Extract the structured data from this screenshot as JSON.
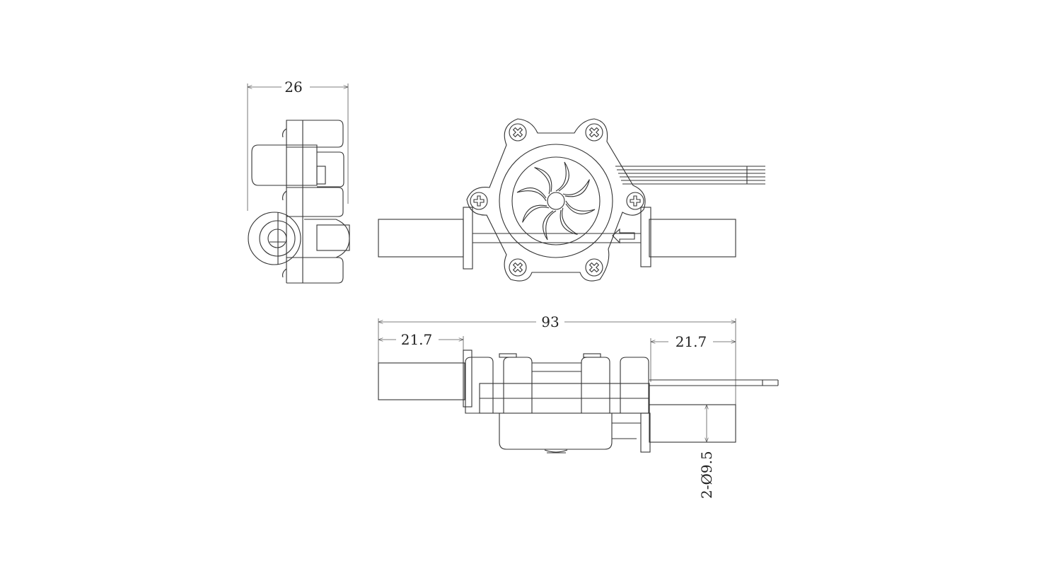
{
  "title": "Flow sensor dimension drawing",
  "dimensions": {
    "side_width": "26",
    "overall_length": "93",
    "left_pipe_length": "21.7",
    "right_pipe_length": "21.7",
    "pipe_diameter": "2-Ø9.5"
  },
  "colors": {
    "line": "#333333",
    "background": "#ffffff"
  }
}
